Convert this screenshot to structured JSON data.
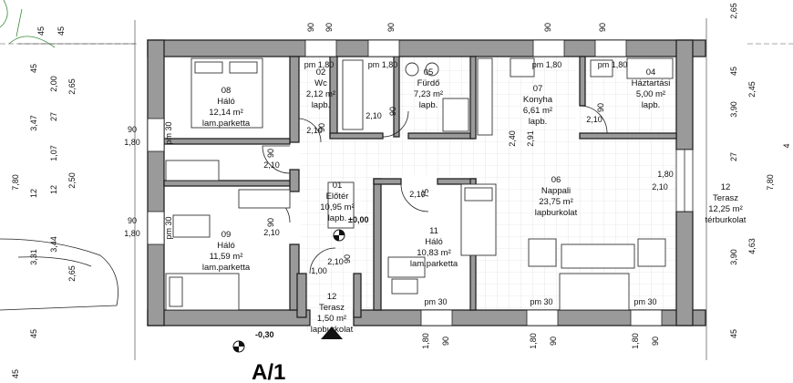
{
  "rooms": [
    {
      "no": "08",
      "name": "Háló",
      "area": "12,14 m²",
      "finish": "lam.parketta"
    },
    {
      "no": "02",
      "name": "Wc",
      "area": "2,12 m²",
      "finish": "lapb."
    },
    {
      "no": "05",
      "name": "Fürdő",
      "area": "7,23 m²",
      "finish": "lapb."
    },
    {
      "no": "07",
      "name": "Konyha",
      "area": "6,61 m²",
      "finish": "lapb."
    },
    {
      "no": "04",
      "name": "Háztartási",
      "area": "5,00 m²",
      "finish": "lapb."
    },
    {
      "no": "01",
      "name": "Előtér",
      "area": "10,95 m²",
      "finish": "lapb."
    },
    {
      "no": "06",
      "name": "Nappali",
      "area": "23,75 m²",
      "finish": "lapburkolat"
    },
    {
      "no": "12",
      "name": "Terasz",
      "area": "12,25 m²",
      "finish": "térburkolat"
    },
    {
      "no": "09",
      "name": "Háló",
      "area": "11,59 m²",
      "finish": "lam.parketta"
    },
    {
      "no": "11",
      "name": "Háló",
      "area": "10,83 m²",
      "finish": "lam.parketta"
    },
    {
      "no": "12",
      "name": "Terasz",
      "area": "1,50 m²",
      "finish": "lapburkolat"
    }
  ],
  "levels": {
    "floor": "±0,00",
    "outside": "-0,30"
  },
  "section_mark": "A/1",
  "openings": {
    "win_top": [
      "pm 1,80",
      "pm 1,80",
      "pm 1,80",
      "pm 1,80"
    ],
    "win_bottom": [
      "pm 30",
      "pm 30",
      "pm 30"
    ],
    "win_left": [
      "pm 30",
      "pm 30"
    ],
    "door_labels": [
      "2,10",
      "2,10",
      "2,10",
      "2,10",
      "2,10",
      "2,10",
      "2,10",
      "2,10",
      "1,80",
      "1,00"
    ],
    "door_widths": [
      "90",
      "90",
      "90",
      "90",
      "75",
      "90",
      "90"
    ],
    "side_pairs": [
      [
        "90",
        "1,80"
      ],
      [
        "90",
        "1,80"
      ]
    ]
  },
  "dims": {
    "left_outer": [
      "45",
      "3,47",
      "12",
      "3,31",
      "45"
    ],
    "left_mid": [
      "2,00",
      "27",
      "1,07",
      "12",
      "3,44"
    ],
    "left_inner": [
      "2,65",
      "2,50",
      "2,65"
    ],
    "left_total": "7,80",
    "right_outer": [
      "2,65",
      "45",
      "3,90",
      "27",
      "3,90",
      "45"
    ],
    "right_mid": [
      "2,45",
      "4,63"
    ],
    "right_total": "7,80",
    "right_edge": "4",
    "top": [
      "90",
      "90",
      "90",
      "90",
      "90",
      "90"
    ],
    "bottom_a": [
      "1,80",
      "1,80",
      "1,80"
    ],
    "bottom_b": [
      "90",
      "90",
      "90"
    ],
    "top_left": [
      "45",
      "45"
    ],
    "kitchen_h": [
      "2,40",
      "2,91"
    ],
    "bottom_left": "45"
  }
}
